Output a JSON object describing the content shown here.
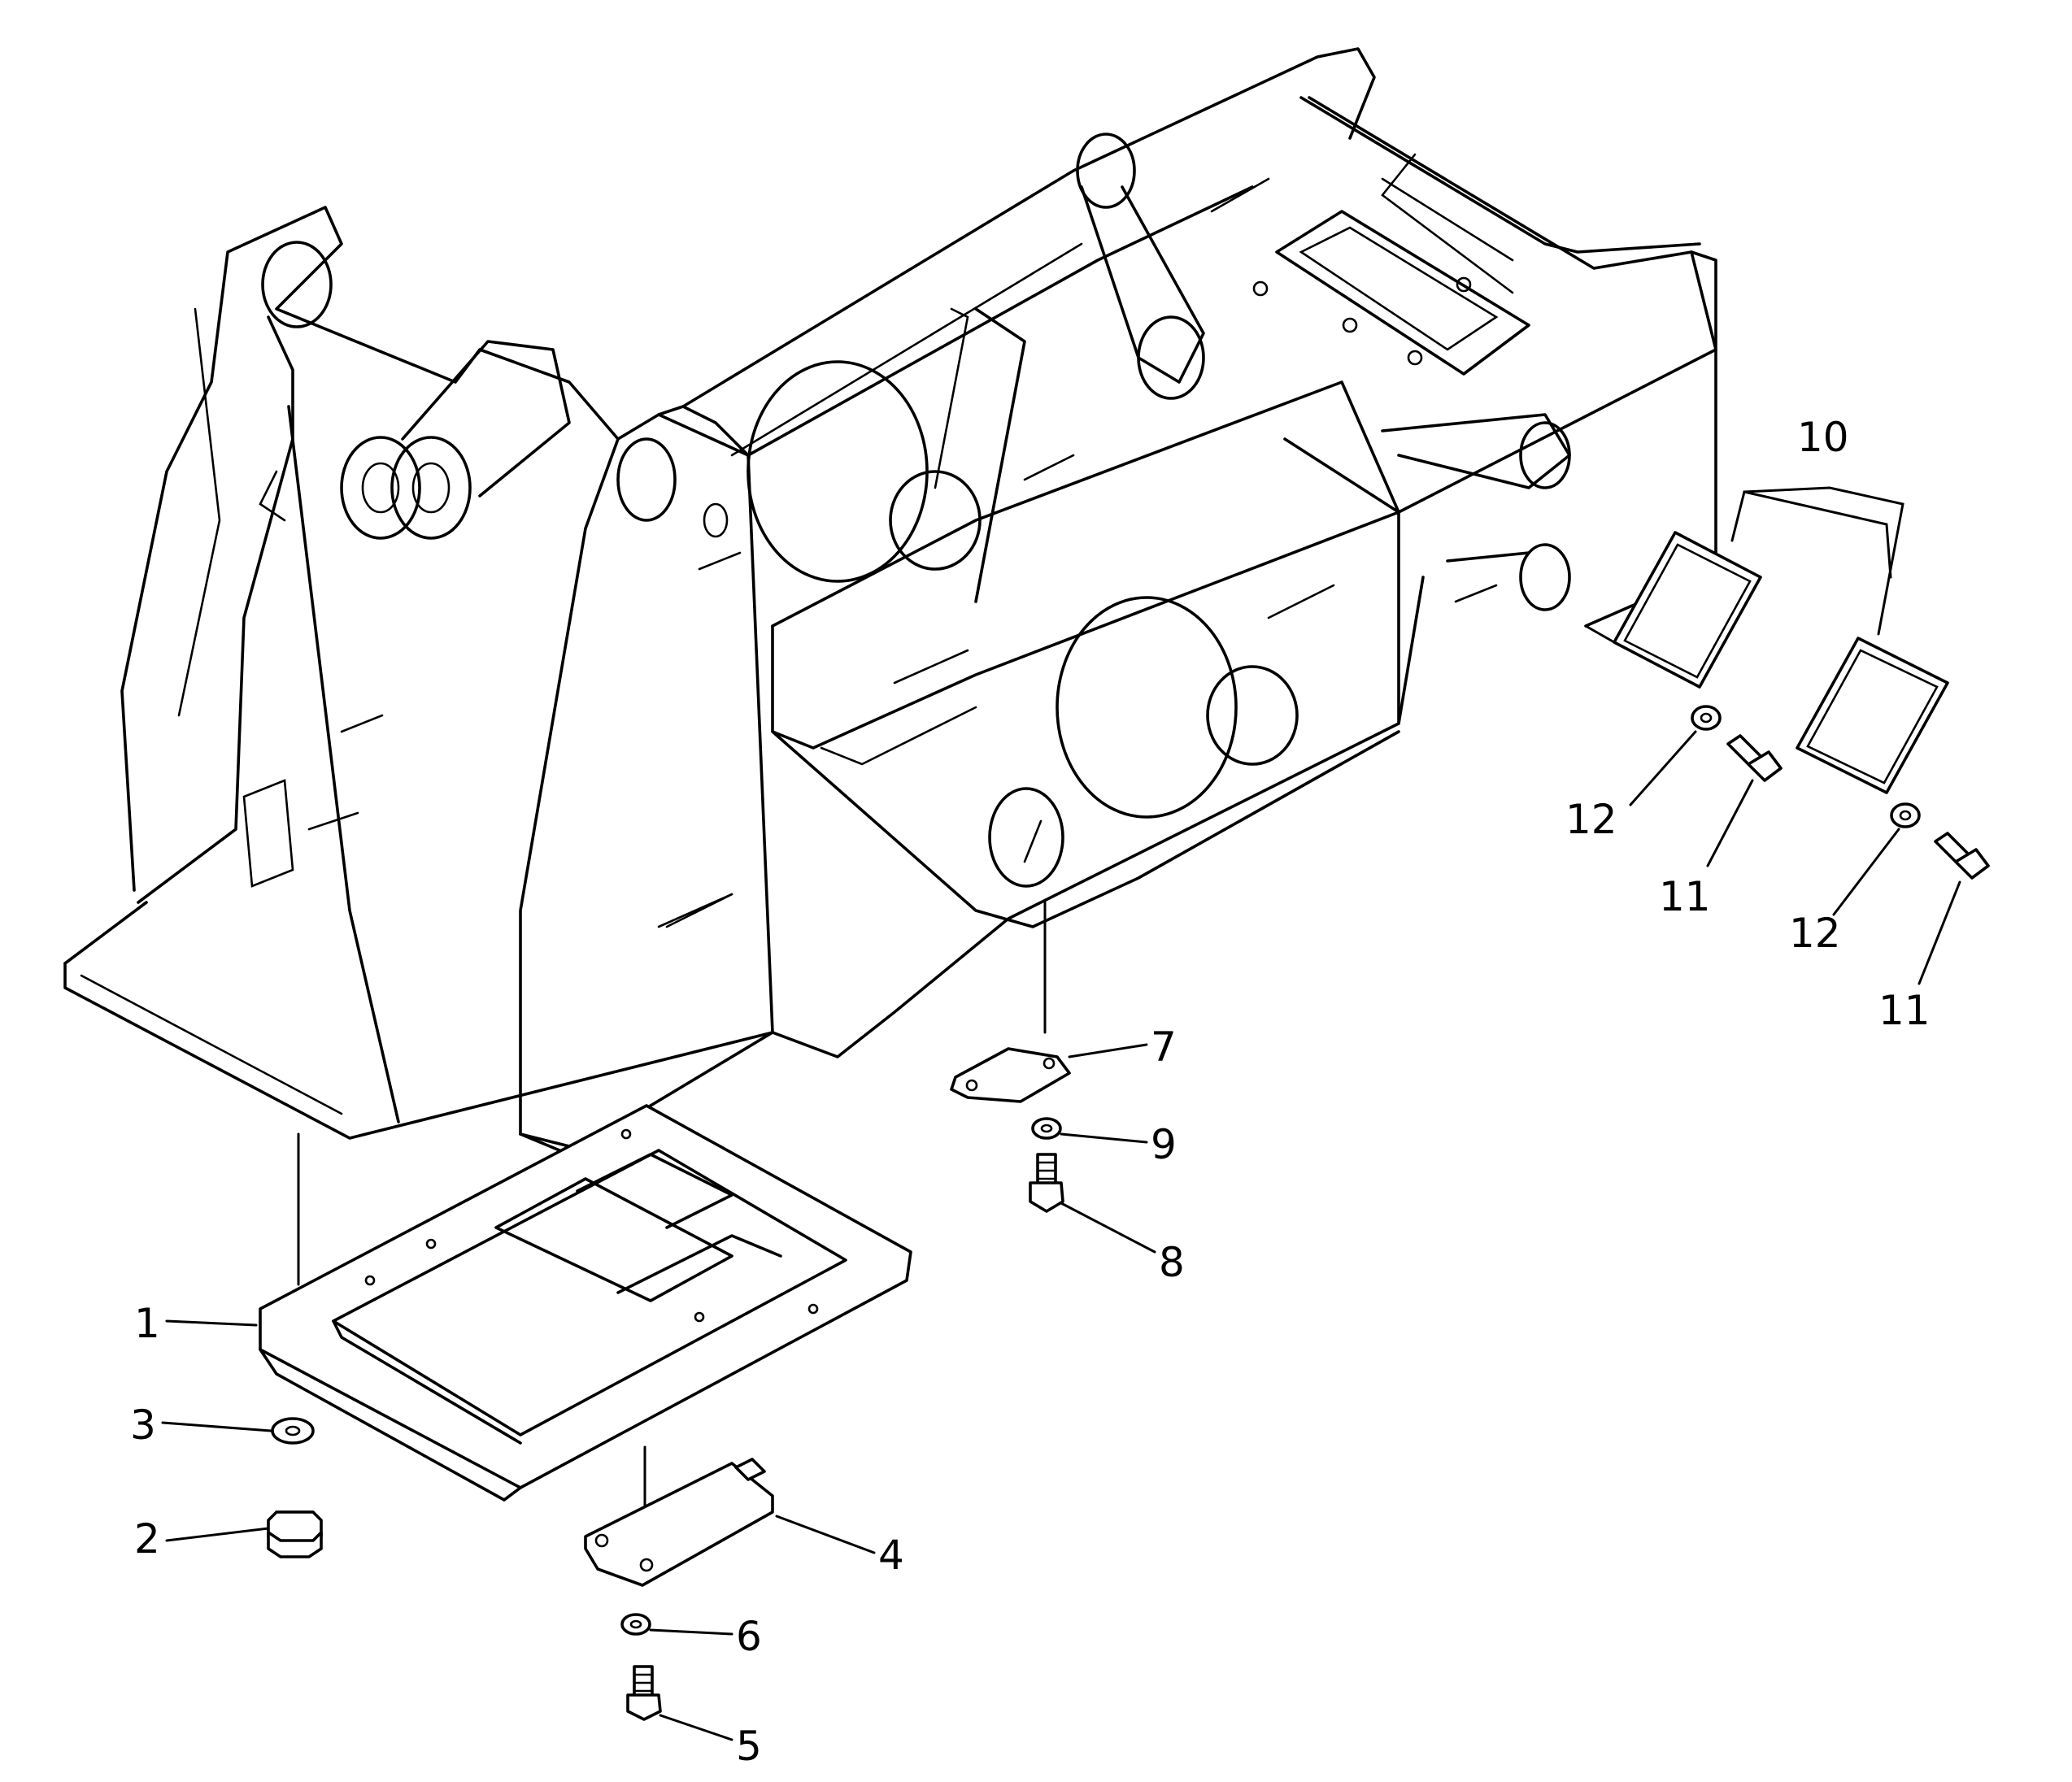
{
  "callouts": {
    "c1": "1",
    "c2": "2",
    "c3": "3",
    "c4": "4",
    "c5": "5",
    "c6": "6",
    "c7": "7",
    "c8": "8",
    "c9": "9",
    "c10": "10",
    "c11a": "11",
    "c11b": "11",
    "c12a": "12",
    "c12b": "12"
  }
}
